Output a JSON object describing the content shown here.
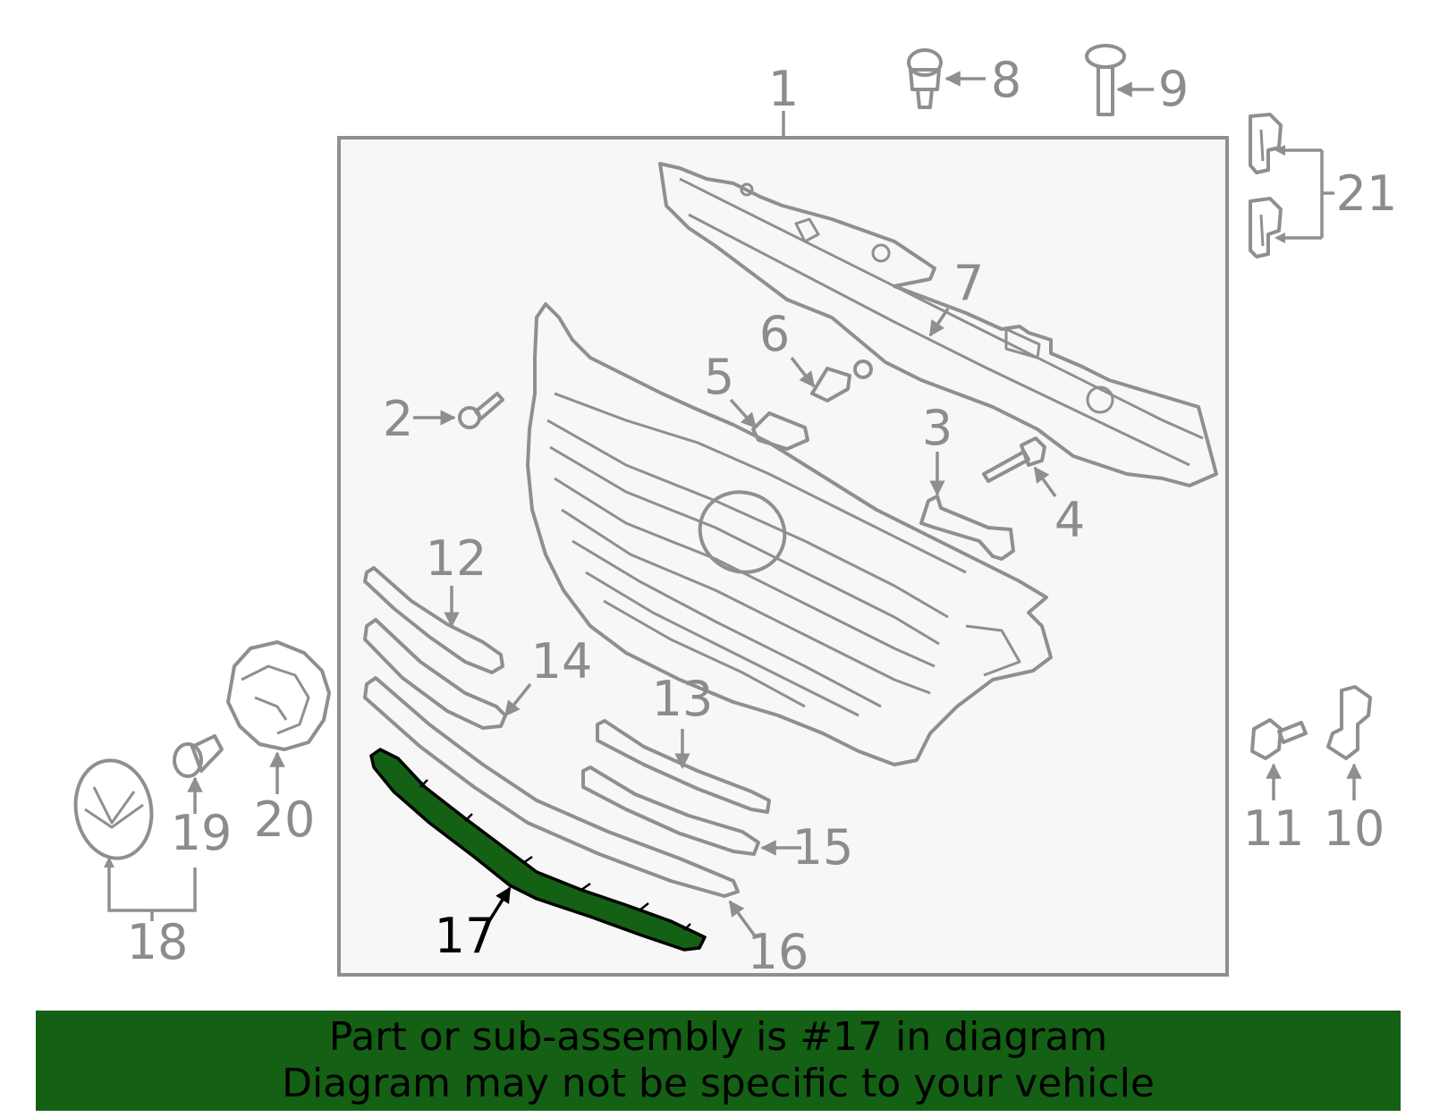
{
  "callouts": {
    "c1": "1",
    "c2": "2",
    "c3": "3",
    "c4": "4",
    "c5": "5",
    "c6": "6",
    "c7": "7",
    "c8": "8",
    "c9": "9",
    "c10": "10",
    "c11": "11",
    "c12": "12",
    "c13": "13",
    "c14": "14",
    "c15": "15",
    "c16": "16",
    "c17": "17",
    "c18": "18",
    "c19": "19",
    "c20": "20",
    "c21": "21"
  },
  "highlight": {
    "part_number": "17",
    "color": "#146014"
  },
  "banner": {
    "line1": "Part or sub-assembly is #17 in diagram",
    "line2": "Diagram may not be specific to your vehicle",
    "background": "#146014"
  }
}
